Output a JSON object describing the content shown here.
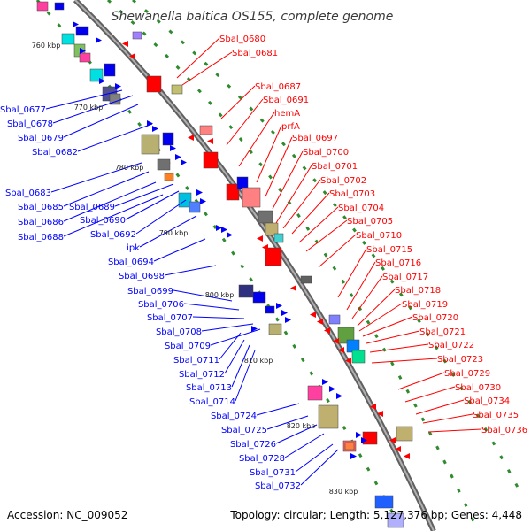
{
  "title": "Shewanella baltica OS155, complete genome",
  "accession": "Accession: NC_009052",
  "topology": "Topology: circular; Length: 5,127,376 bp; Genes: 4,448",
  "colors": {
    "backbone": "#808080",
    "left_label": "#0000ff",
    "right_label": "#ff0000",
    "tick": "#2e8b2e"
  },
  "kbp_ticks": [
    "760 kbp",
    "770 kbp",
    "780 kbp",
    "790 kbp",
    "800 kbp",
    "810 kbp",
    "820 kbp",
    "830 kbp"
  ],
  "left_labels": [
    "Sbal_0677",
    "Sbal_0678",
    "Sbal_0679",
    "Sbal_0682",
    "Sbal_0683",
    "Sbal_0685",
    "Sbal_0686",
    "Sbal_0688",
    "Sbal_0689",
    "Sbal_0690",
    "Sbal_0692",
    "ipk",
    "Sbal_0694",
    "Sbal_0698",
    "Sbal_0699",
    "Sbal_0706",
    "Sbal_0707",
    "Sbal_0708",
    "Sbal_0709",
    "Sbal_0711",
    "Sbal_0712",
    "Sbal_0713",
    "Sbal_0714",
    "Sbal_0724",
    "Sbal_0725",
    "Sbal_0726",
    "Sbal_0728",
    "Sbal_0731",
    "Sbal_0732"
  ],
  "right_labels": [
    "Sbal_0680",
    "Sbal_0681",
    "Sbal_0687",
    "Sbal_0691",
    "hemA",
    "prfA",
    "Sbal_0697",
    "Sbal_0700",
    "Sbal_0701",
    "Sbal_0702",
    "Sbal_0703",
    "Sbal_0704",
    "Sbal_0705",
    "Sbal_0710",
    "Sbal_0715",
    "Sbal_0716",
    "Sbal_0717",
    "Sbal_0718",
    "Sbal_0719",
    "Sbal_0720",
    "Sbal_0721",
    "Sbal_0722",
    "Sbal_0723",
    "Sbal_0729",
    "Sbal_0730",
    "Sbal_0734",
    "Sbal_0735",
    "Sbal_0736"
  ]
}
